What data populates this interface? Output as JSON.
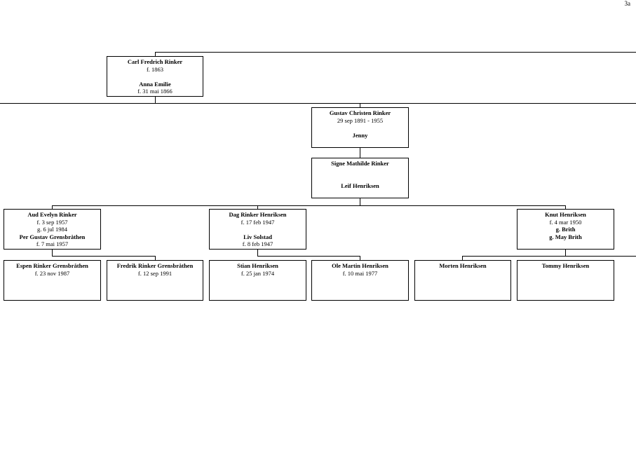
{
  "page": {
    "number": "3a"
  },
  "people": {
    "carl": {
      "name": "Carl Fredrich Rinker",
      "d1": "f. 1863",
      "spouse": "Anna Emilie",
      "d2": "f. 31 mai 1866"
    },
    "gustav": {
      "name": "Gustav Christen Rinker",
      "d1": "29 sep 1891 - 1955",
      "spouse": "Jenny"
    },
    "signe": {
      "name": "Signe Mathilde Rinker",
      "spouse": "Leif Henriksen"
    },
    "aud": {
      "name": "Aud Evelyn Rinker",
      "d1": "f. 3 sep 1957",
      "d2": "g. 6 jul 1984",
      "spouse": "Per Gustav Grensbråthen",
      "d3": "f. 7 mai 1957"
    },
    "dag": {
      "name": "Dag Rinker Henriksen",
      "d1": "f. 17 feb 1947",
      "spouse": "Liv Solstad",
      "d2": "f. 8 feb 1947"
    },
    "knut": {
      "name": "Knut Henriksen",
      "d1": "f. 4 mar 1950",
      "d2": "g. Brith",
      "d3": "g. May Brith"
    },
    "espen": {
      "name": "Espen Rinker Grensbråthen",
      "d1": "f. 23 nov 1987"
    },
    "fredrik": {
      "name": "Fredrik Rinker Grensbråthen",
      "d1": "f. 12 sep 1991"
    },
    "stian": {
      "name": "Stian Henriksen",
      "d1": "f. 25 jan 1974"
    },
    "ole": {
      "name": "Ole Martin Henriksen",
      "d1": "f. 10 mai 1977"
    },
    "morten": {
      "name": "Morten Henriksen"
    },
    "tommy": {
      "name": "Tommy Henriksen"
    }
  }
}
